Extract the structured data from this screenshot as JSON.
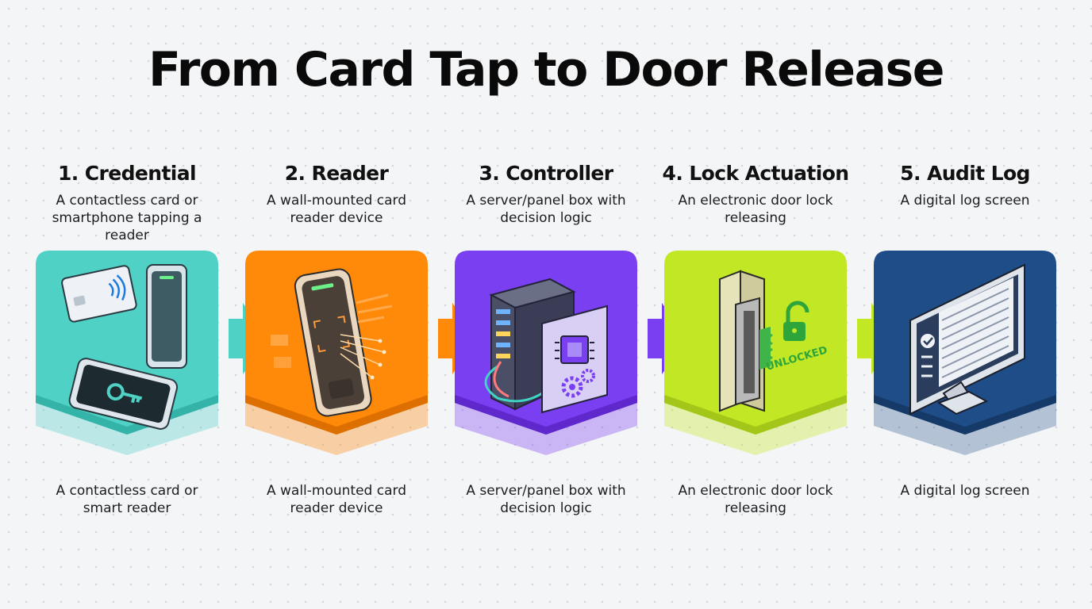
{
  "title": "From Card Tap to Door Release",
  "colors": {
    "step1": "#4fd1c5",
    "step2": "#ff8a0a",
    "step3": "#7a3ff0",
    "step4": "#c2e825",
    "step5": "#1f4d88"
  },
  "steps": [
    {
      "title": "1. Credential",
      "description": "A contactless card or smartphone tapping a reader",
      "caption": "A contactless card or smart  reader",
      "icon": "card-phone-reader-icon"
    },
    {
      "title": "2. Reader",
      "description": "A wall-mounted card reader device",
      "caption": "A wall-mounted card reader device",
      "icon": "card-reader-icon"
    },
    {
      "title": "3. Controller",
      "description": "A server/panel box with decision logic",
      "caption": "A server/panel box with decision logic",
      "icon": "server-panel-icon"
    },
    {
      "title": "4. Lock Actuation",
      "description": "An electronic door lock releasing",
      "caption": "An electronic door lock releasing",
      "icon": "door-lock-icon",
      "badge": "UNLOCKED"
    },
    {
      "title": "5. Audit Log",
      "description": "A digital log screen",
      "caption": "A digital log screen",
      "icon": "monitor-log-icon"
    }
  ]
}
